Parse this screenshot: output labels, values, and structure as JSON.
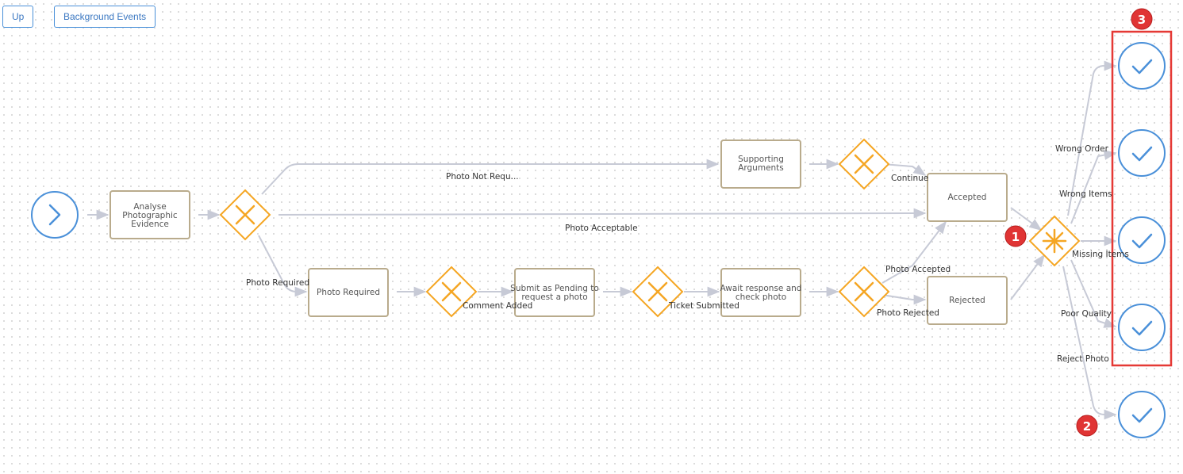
{
  "toolbar": {
    "up_label": "Up",
    "background_events_label": "Background Events"
  },
  "tasks": {
    "analyse": [
      "Analyse",
      "Photographic",
      "Evidence"
    ],
    "supporting": [
      "Supporting",
      "Arguments"
    ],
    "accepted": [
      "Accepted"
    ],
    "rejected": [
      "Rejected"
    ],
    "photo_required": [
      "Photo Required"
    ],
    "submit_pending": [
      "Submit as Pending to",
      "request a photo"
    ],
    "await_response": [
      "Await response and",
      "check photo"
    ]
  },
  "flow_labels": {
    "photo_not_required": "Photo Not Requ...",
    "photo_acceptable": "Photo Acceptable",
    "photo_required": "Photo Required",
    "continue": "Continue",
    "comment_added": "Comment Added",
    "ticket_submitted": "Ticket Submitted",
    "photo_accepted": "Photo Accepted",
    "photo_rejected": "Photo Rejected",
    "wrong_order": "Wrong Order",
    "wrong_items": "Wrong Items",
    "missing_items": "Missing Items",
    "poor_quality": "Poor Quality",
    "reject_photo": "Reject Photo"
  },
  "badges": {
    "b1": "1",
    "b2": "2",
    "b3": "3"
  },
  "colors": {
    "event_blue": "#4a90d9",
    "gateway_orange": "#f5a623",
    "task_border": "#b9ab8c",
    "flow_gray": "#c7cad6",
    "badge_red": "#e03434",
    "highlight_red": "#e53935"
  }
}
